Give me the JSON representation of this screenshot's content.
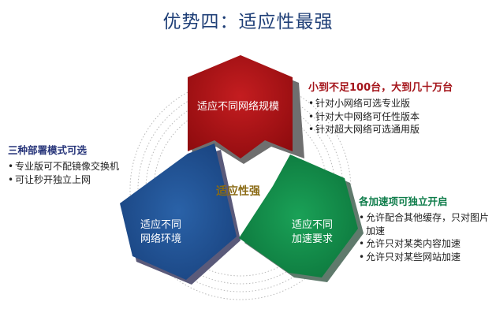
{
  "title": "优势四：适应性最强",
  "center": "适应性强",
  "segments": {
    "top": {
      "label": "适应不同网络规模",
      "color": "#a80f12"
    },
    "left": {
      "line1": "适应不同",
      "line2": "网络环境",
      "color": "#1e4f8f"
    },
    "right": {
      "line1": "适应不同",
      "line2": "加速要求",
      "color": "#0f8a47"
    }
  },
  "blocks": {
    "top": {
      "heading": "小到不足100台，大到几十万台",
      "items": [
        "针对小网络可选专业版",
        "针对大中网络可任性版本",
        "针对超大网络可选通用版"
      ]
    },
    "left": {
      "heading": "三种部署模式可选",
      "items": [
        "专业版可不配镜像交换机",
        "可让秒开独立上网"
      ]
    },
    "right": {
      "heading": "各加速项可独立开启",
      "items": [
        "允许配合其他缓存，只对图片加速",
        "允许只对某类内容加速",
        "允许只对某些网站加速"
      ]
    }
  },
  "colors": {
    "title": "#1f3f77",
    "top_heading": "#a4141a",
    "left_heading": "#27357a",
    "right_heading": "#0e7c4a",
    "center_text": "#8a6a14"
  }
}
